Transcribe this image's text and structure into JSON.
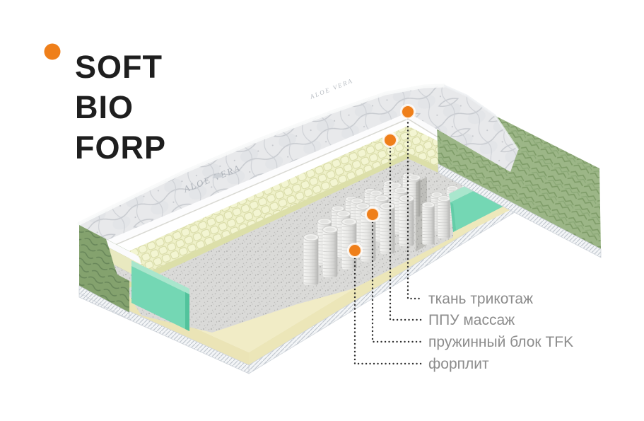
{
  "product": {
    "title_lines": [
      "SOFT",
      "BIO",
      "FORP"
    ]
  },
  "fabric_watermarks": [
    "ALOE VERA",
    "ALOE VERA"
  ],
  "callouts": [
    {
      "label": "ткань трикотаж"
    },
    {
      "label": "ППУ массаж"
    },
    {
      "label": "пружинный блок TFK"
    },
    {
      "label": "форплит"
    }
  ],
  "colors": {
    "accent": "#EF7F1A",
    "title_text": "#1E1E1E",
    "label_text": "#8C8C8C",
    "leader_line": "#2E2E2E",
    "fabric_light": "#E8E9EB",
    "foam_cream": "#EFF1C9",
    "felt_gray": "#D9D9D7",
    "slab_cream": "#F1ECC6",
    "teal_foam": "#74D7B4",
    "side_green": "#9CB687",
    "side_green_dark": "#84A26E"
  }
}
